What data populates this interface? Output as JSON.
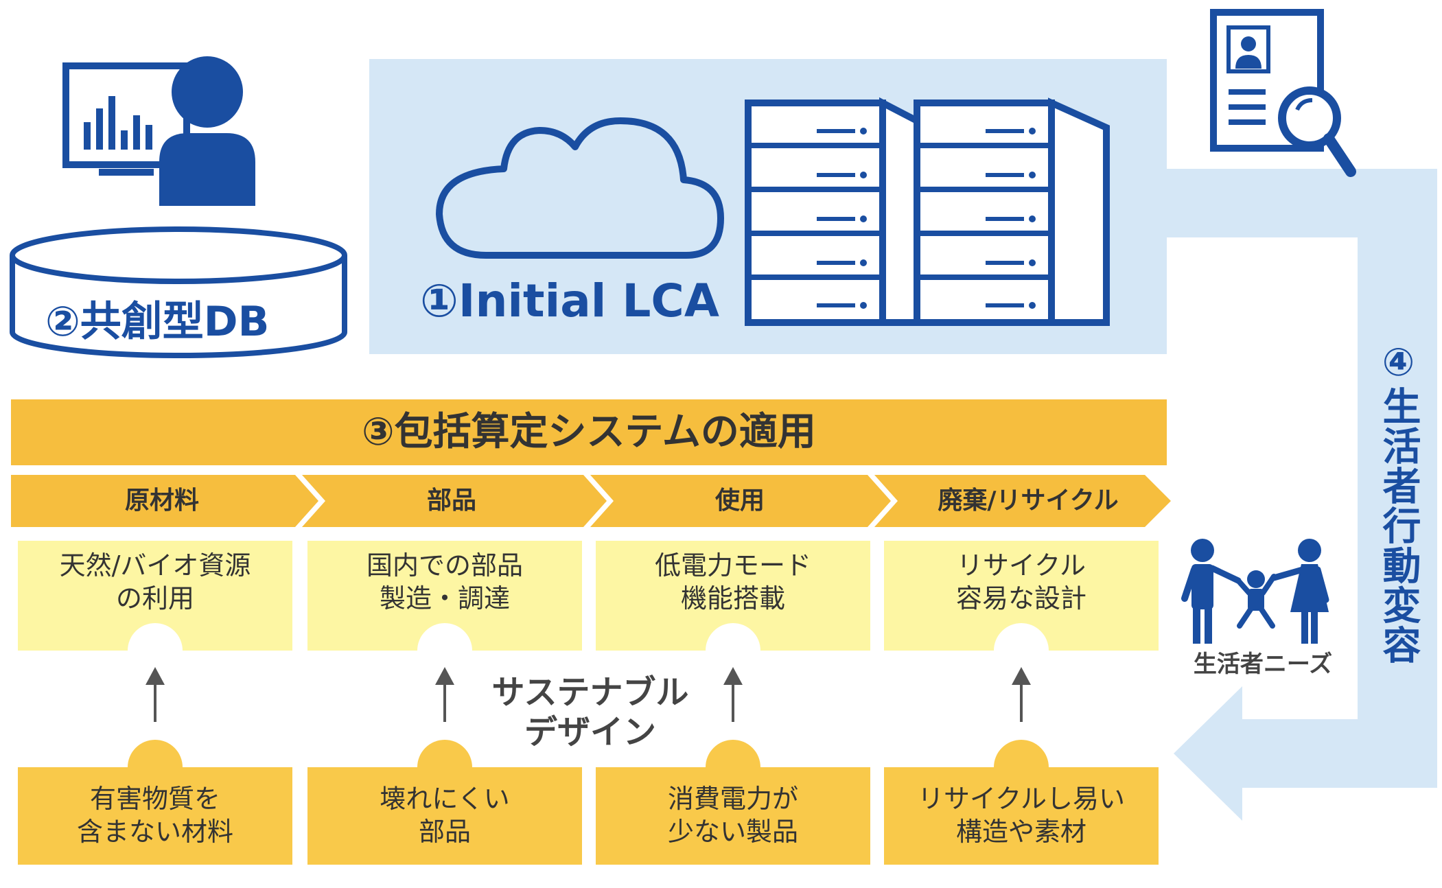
{
  "title_lca": "①Initial LCA",
  "db_label": "②共創型DB",
  "banner": "③包括算定システムの適用",
  "behavior_change": "④生活者行動変容",
  "needs_label": "生活者ニーズ",
  "sustainable_design": [
    "サステナブル",
    "デザイン"
  ],
  "stages": [
    "原材料",
    "部品",
    "使用",
    "廃棄/リサイクル"
  ],
  "top_boxes": [
    [
      "天然/バイオ資源",
      "の利用"
    ],
    [
      "国内での部品",
      "製造・調達"
    ],
    [
      "低電力モード",
      "機能搭載"
    ],
    [
      "リサイクル",
      "容易な設計"
    ]
  ],
  "bottom_boxes": [
    [
      "有害物質を",
      "含まない材料"
    ],
    [
      "壊れにくい",
      "部品"
    ],
    [
      "消費電力が",
      "少ない製品"
    ],
    [
      "リサイクルし易い",
      "構造や素材"
    ]
  ],
  "colors": {
    "blue": "#1a4ea1",
    "light_blue": "#d5e7f6",
    "orange": "#f6be3e",
    "pale_yellow": "#fdf6a3",
    "text": "#333333"
  },
  "icons": [
    "analyst-icon",
    "database-icon",
    "cloud-icon",
    "server-icon",
    "profile-search-icon",
    "family-icon",
    "arrow-up-icon"
  ]
}
